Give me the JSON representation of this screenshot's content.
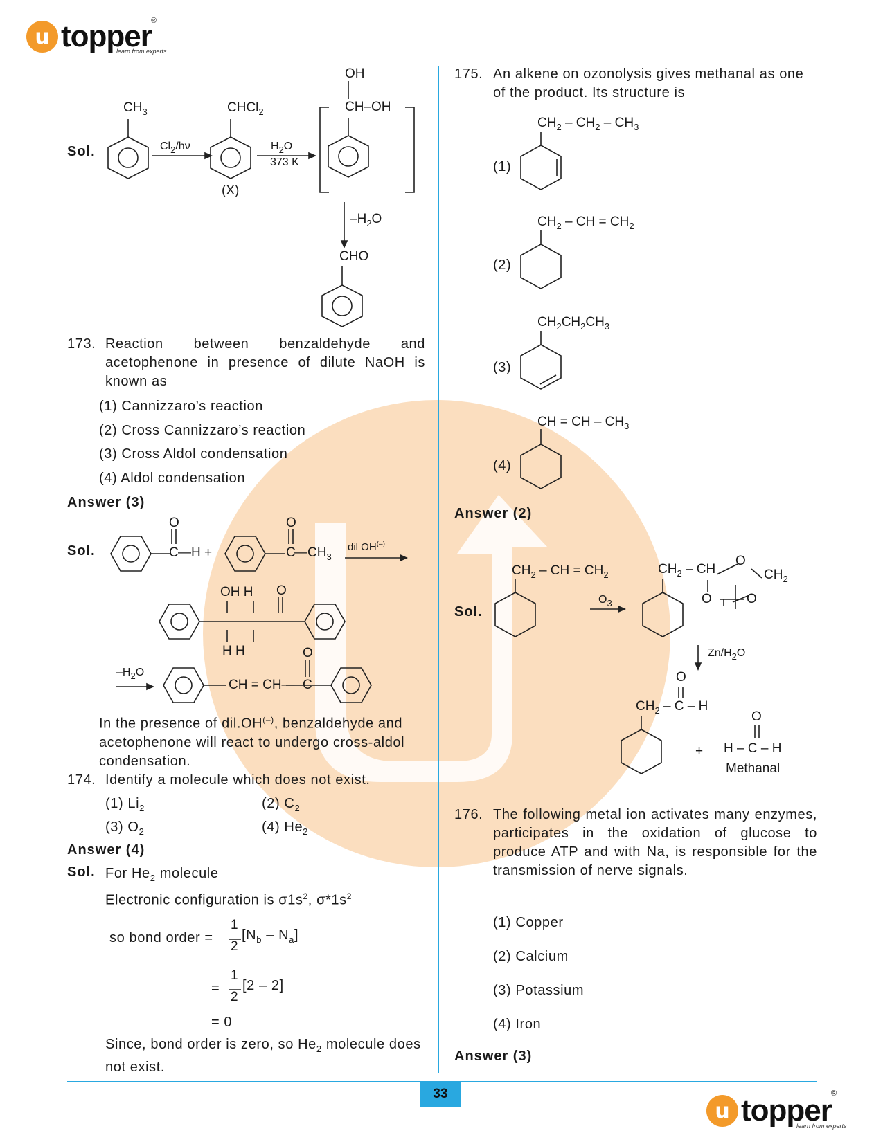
{
  "brand": {
    "name": "topper",
    "tagline": "learn from experts",
    "mark": "u",
    "reg": "®"
  },
  "page_number": "33",
  "left": {
    "sol1": {
      "label": "Sol.",
      "ch3": "CH",
      "ch3_sub": "3",
      "chcl2": "CHCl",
      "chcl2_sub": "2",
      "reagent1": "Cl",
      "reagent1_sub": "2",
      "reagent1_tail": "/hν",
      "x_label": "(X)",
      "water": "H",
      "water_sub": "2",
      "water_tail": "O",
      "temp": "373 K",
      "oh": "OH",
      "chon": "CH–OH",
      "minus_water": "–H",
      "minus_water_sub": "2",
      "minus_water_tail": "O",
      "cho": "CHO"
    },
    "q173": {
      "num": "173.",
      "text": "Reaction between benzaldehyde and acetophenone in presence of dilute NaOH is known as",
      "options": [
        "(1) Cannizzaro’s reaction",
        "(2) Cross Cannizzaro’s reaction",
        "(3) Cross Aldol condensation",
        "(4) Aldol condensation"
      ],
      "answer": "Answer  (3)",
      "sol_label": "Sol.",
      "o": "O",
      "c": "C",
      "h_plus": "—H +",
      "ch3": "—CH",
      "ch3_sub": "3",
      "reagent": "dil OH",
      "reagent_sup": "(–)",
      "oh_h": "OH  H",
      "h_h": "H    H",
      "minus_water": "–H",
      "minus_water_sub": "2",
      "minus_water_tail": "O",
      "chain": "CH = CH—",
      "expl_1": "In the presence of dil.OH",
      "expl_sup": "(–)",
      "expl_2": ", benzaldehyde and acetophenone will react to undergo cross-aldol condensation."
    },
    "q174": {
      "num": "174.",
      "text": "Identify a molecule which does not exist.",
      "opt1": "(1) Li",
      "opt1_sub": "2",
      "opt2": "(2) C",
      "opt2_sub": "2",
      "opt3": "(3) O",
      "opt3_sub": "2",
      "opt4": "(4) He",
      "opt4_sub": "2",
      "answer": "Answer (4)",
      "sol_label": "Sol.",
      "sol_line1": "For He",
      "sol_line1_sub": "2",
      "sol_line1_tail": " molecule",
      "config": "Electronic configuration is σ1s",
      "config_sup": "2",
      "config_tail": ", σ*1s",
      "config_sup2": "2",
      "bo_prefix": "so bond order =",
      "one": "1",
      "two": "2",
      "bo_expr": "[N",
      "bo_nb": "b",
      "bo_mid": " – N",
      "bo_na": "a",
      "bo_end": "]",
      "eq": "=",
      "bo_expr2": "[2 – 2]",
      "zero": "= 0",
      "conclusion_1": "Since, bond order is zero, so He",
      "conclusion_sub": "2",
      "conclusion_2": " molecule does not exist."
    }
  },
  "right": {
    "q175": {
      "num": "175.",
      "text": "An alkene on ozonolysis gives methanal as one of the product. Its structure is",
      "opt1_label": "(1)",
      "opt1_chain": "CH",
      "opt1_chain_full": [
        "CH",
        "2",
        " – CH",
        "2",
        " – CH",
        "3"
      ],
      "opt2_label": "(2)",
      "opt2_chain_full": [
        "CH",
        "2",
        " – CH = CH",
        "2"
      ],
      "opt3_label": "(3)",
      "opt3_chain_full": [
        "CH",
        "2",
        "CH",
        "2",
        "CH",
        "3"
      ],
      "opt4_label": "(4)",
      "opt4_chain": "CH = CH – CH",
      "opt4_sub": "3",
      "answer": "Answer (2)",
      "sol_label": "Sol.",
      "sol_chain_full": [
        "CH",
        "2",
        " – CH = CH",
        "2"
      ],
      "reagent": "O",
      "reagent_sub": "3",
      "ozonide_left": "CH",
      "ozonide_left_sub": "2",
      "ozonide_mid": " – CH",
      "ozonide_o": "O",
      "ozonide_right": "CH",
      "ozonide_right_sub": "2",
      "zn": "Zn/H",
      "zn_sub": "2",
      "zn_tail": "O",
      "prod_chain": "CH",
      "prod_sub": "2",
      "prod_tail": " – C – H",
      "plus": "+",
      "methanal_formula": "H – C – H",
      "methanal": "Methanal"
    },
    "q176": {
      "num": "176.",
      "text": "The following metal ion activates many enzymes, participates in the oxidation of glucose to produce ATP and with Na, is responsible for the transmission of nerve signals.",
      "options": [
        "(1) Copper",
        "(2) Calcium",
        "(3) Potassium",
        "(4) Iron"
      ],
      "answer": "Answer (3)"
    }
  },
  "colors": {
    "accent_blue": "#29a8e0",
    "brand_orange": "#f39a2a",
    "watermark": "#f7b670"
  }
}
